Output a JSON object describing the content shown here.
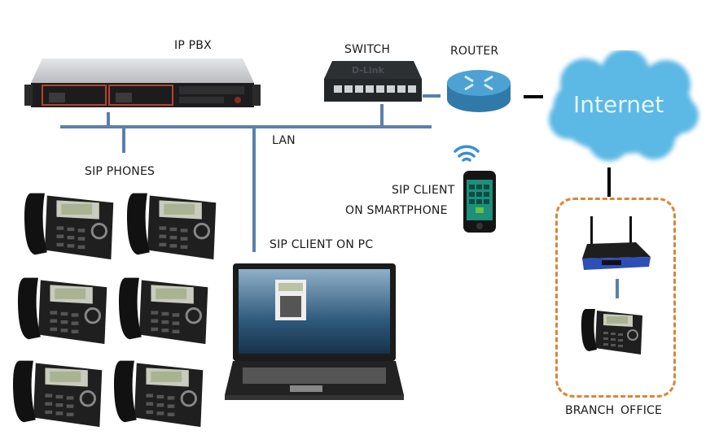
{
  "labels": {
    "ip_pbx": "IP PBX",
    "switch": "SWITCH",
    "router": "ROUTER",
    "internet": "Internet",
    "lan": "LAN",
    "sip_phones": "SIP PHONES",
    "sip_client_smartphone_line1": "SIP CLIENT",
    "sip_client_smartphone_line2": "ON SMARTPHONE",
    "sip_client_pc": "SIP CLIENT ON PC",
    "branch_office": "BRANCH OFFICE"
  },
  "devices": {
    "switch_brand": "D-Link"
  },
  "colors": {
    "lan_line": "#5b80aa",
    "cloud": "#5bb8e4",
    "router": "#3d8dbd",
    "branch_border": "#d9863c",
    "wifi": "#3a8fd1"
  },
  "sip_phone_count": 6
}
